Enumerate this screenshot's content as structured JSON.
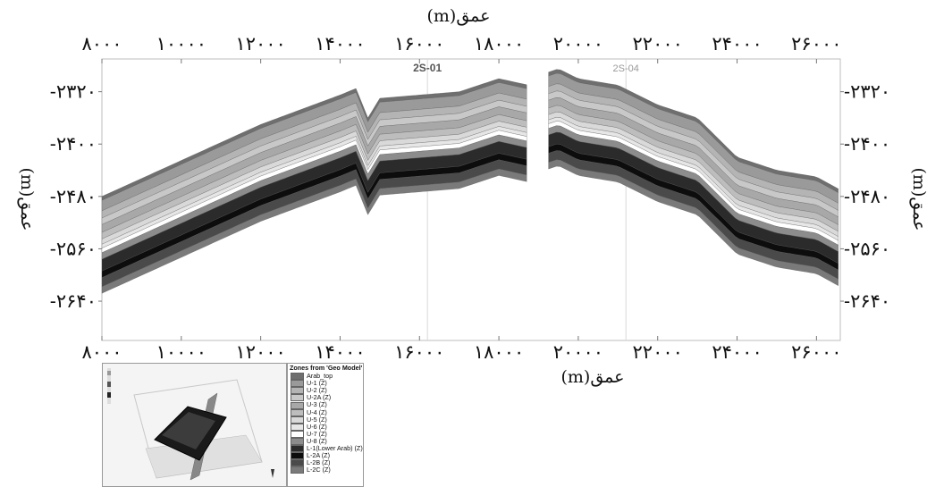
{
  "chart_data": {
    "type": "area",
    "xlabel": "عمق(m)",
    "ylabel": "عمق(m)",
    "xlim": [
      8000,
      26600
    ],
    "ylim": [
      -2700,
      -2270
    ],
    "x_ticks": [
      "۸۰۰۰",
      "۱۰۰۰۰",
      "۱۲۰۰۰",
      "۱۴۰۰۰",
      "۱۶۰۰۰",
      "۱۸۰۰۰",
      "۲۰۰۰۰",
      "۲۲۰۰۰",
      "۲۴۰۰۰",
      "۲۶۰۰۰"
    ],
    "x_tick_values": [
      8000,
      10000,
      12000,
      14000,
      16000,
      18000,
      20000,
      22000,
      24000,
      26000
    ],
    "y_ticks": [
      "-۲۳۲۰",
      "-۲۴۰۰",
      "-۲۴۸۰",
      "-۲۵۶۰",
      "-۲۶۴۰"
    ],
    "y_tick_values": [
      -2320,
      -2400,
      -2480,
      -2560,
      -2640
    ],
    "wells": [
      {
        "name": "2S-01",
        "x": 16200
      },
      {
        "name": "2S-04",
        "x": 21200
      }
    ],
    "fault": {
      "x_from": 18750,
      "x_to": 19250
    },
    "top_surface": {
      "x": [
        8000,
        10000,
        12000,
        14000,
        14400,
        14700,
        15000,
        16000,
        17000,
        18000,
        18750,
        19250,
        19500,
        20000,
        21000,
        22000,
        23000,
        24000,
        25000,
        26000,
        26600
      ],
      "y": [
        -2480,
        -2425,
        -2370,
        -2325,
        -2315,
        -2360,
        -2330,
        -2325,
        -2320,
        -2300,
        -2310,
        -2290,
        -2285,
        -2300,
        -2310,
        -2340,
        -2360,
        -2420,
        -2440,
        -2450,
        -2470
      ]
    },
    "zones": [
      {
        "name": "Arab_top",
        "color": "#6f6f6f",
        "thickness": 6
      },
      {
        "name": "U-1 (Z)",
        "color": "#9a9a9a",
        "thickness": 16
      },
      {
        "name": "U-2 (Z)",
        "color": "#b4b4b4",
        "thickness": 11
      },
      {
        "name": "U-2A (Z)",
        "color": "#c8c8c8",
        "thickness": 10
      },
      {
        "name": "U-3 (Z)",
        "color": "#a8a8a8",
        "thickness": 12
      },
      {
        "name": "U-4 (Z)",
        "color": "#bdbdbd",
        "thickness": 10
      },
      {
        "name": "U-5 (Z)",
        "color": "#d9d9d9",
        "thickness": 8
      },
      {
        "name": "U-6 (Z)",
        "color": "#e6e6e6",
        "thickness": 6
      },
      {
        "name": "U-7 (Z)",
        "color": "#ffffff",
        "thickness": 7
      },
      {
        "name": "U-8 (Z)",
        "color": "#8c8c8c",
        "thickness": 10
      },
      {
        "name": "L-1(Lower Arab) (Z)",
        "color": "#2b2b2b",
        "thickness": 18
      },
      {
        "name": "L-2A (Z)",
        "color": "#0d0d0d",
        "thickness": 10
      },
      {
        "name": "L-2B (Z)",
        "color": "#4a4a4a",
        "thickness": 14
      },
      {
        "name": "L-2C (Z)",
        "color": "#7a7a7a",
        "thickness": 10
      }
    ],
    "legend": {
      "title": "Zones from 'Geo Model'",
      "position": "bottom-left"
    }
  }
}
